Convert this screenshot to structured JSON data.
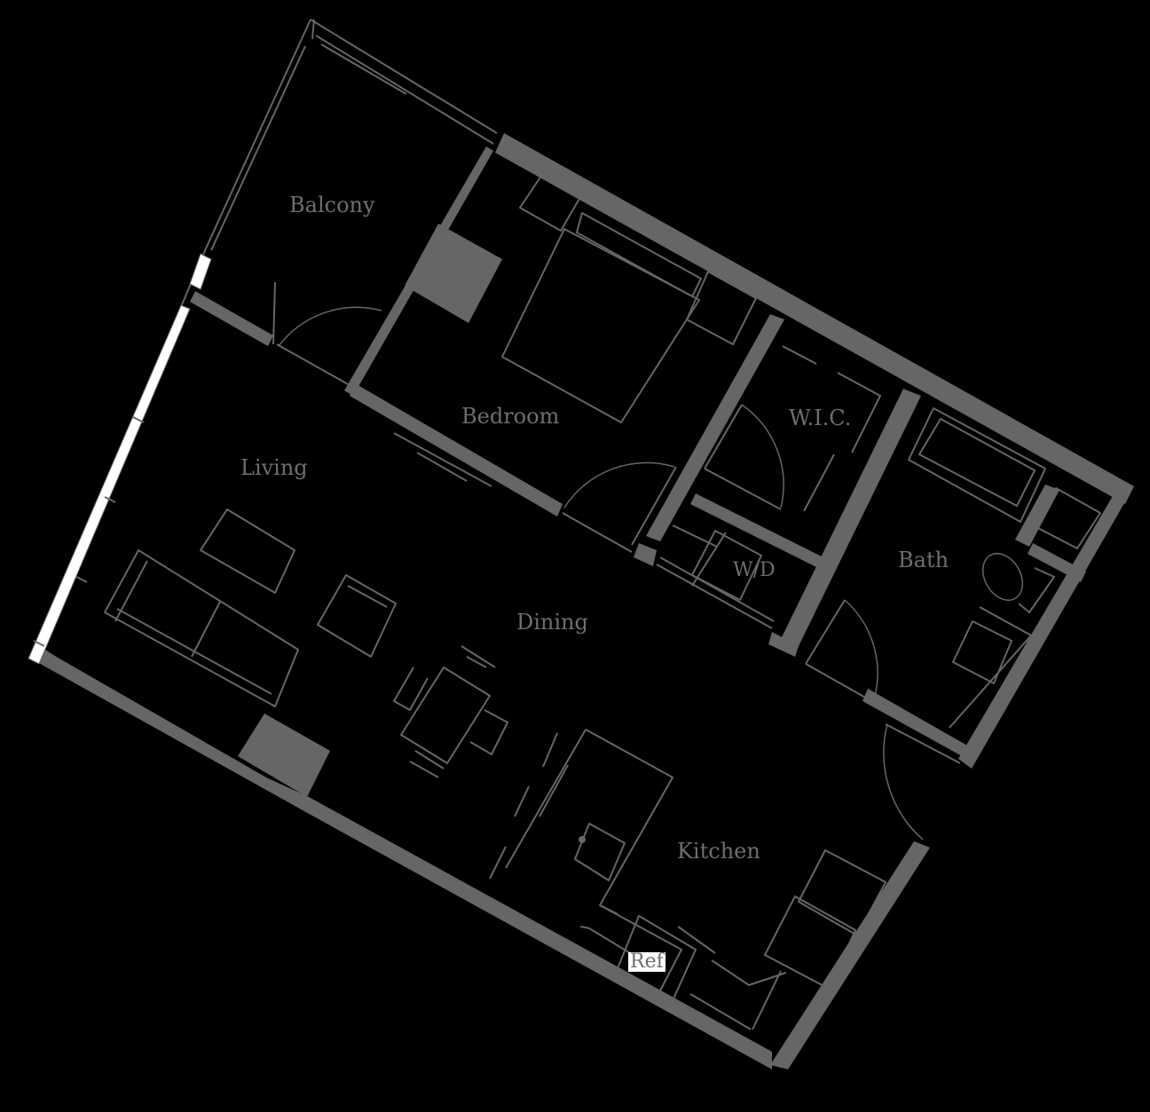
{
  "floorplan": {
    "colors": {
      "background": "#000000",
      "walls": "#666666",
      "lines": "#666666",
      "labels": "#6e6e6e",
      "ref_label_bg": "#ffffff"
    },
    "rooms": [
      {
        "id": "balcony",
        "label": "Balcony"
      },
      {
        "id": "bedroom",
        "label": "Bedroom"
      },
      {
        "id": "wic",
        "label": "W.I.C."
      },
      {
        "id": "bath",
        "label": "Bath"
      },
      {
        "id": "living",
        "label": "Living"
      },
      {
        "id": "wd",
        "label": "W/D"
      },
      {
        "id": "dining",
        "label": "Dining"
      },
      {
        "id": "kitchen",
        "label": "Kitchen"
      },
      {
        "id": "ref",
        "label": "Ref"
      }
    ]
  }
}
